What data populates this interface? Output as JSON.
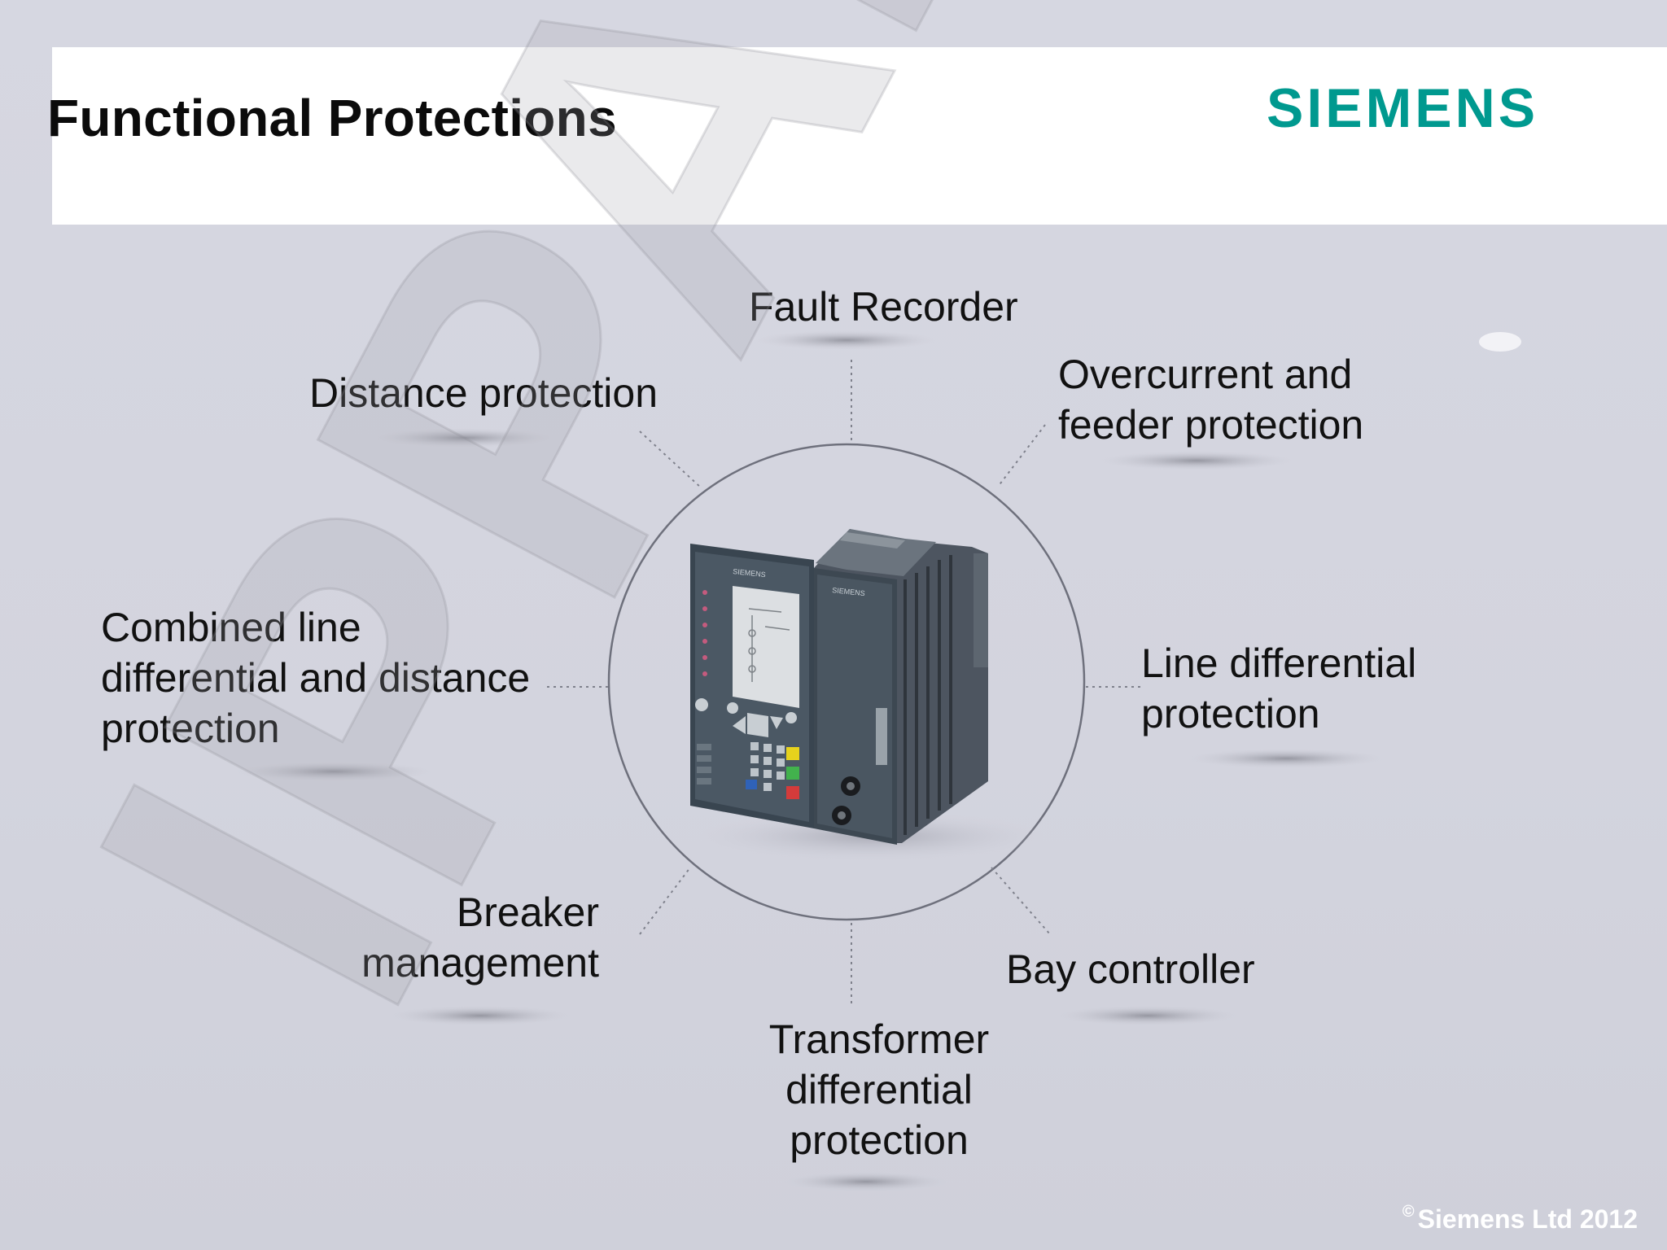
{
  "slide": {
    "title": "Functional Protections",
    "brand": "SIEMENS",
    "brand_color": "#00998f",
    "footer_symbol": "©",
    "footer_text": "Siemens Ltd 2012",
    "watermark": "IPPAI"
  },
  "functions": [
    {
      "line1": "Fault Recorder"
    },
    {
      "line1": "Distance protection"
    },
    {
      "line1": "Overcurrent and",
      "line2": "feeder protection"
    },
    {
      "line1": "Combined line",
      "line2": "differential and distance",
      "line3": "protection"
    },
    {
      "line1": "Line differential",
      "line2": "protection"
    },
    {
      "line1": "Breaker",
      "line2": "management"
    },
    {
      "line1": "Bay controller"
    },
    {
      "line1": "Transformer",
      "line2": "differential",
      "line3": "protection"
    }
  ],
  "device": {
    "brand_marks": [
      "SIEMENS",
      "SIEMENS"
    ]
  }
}
